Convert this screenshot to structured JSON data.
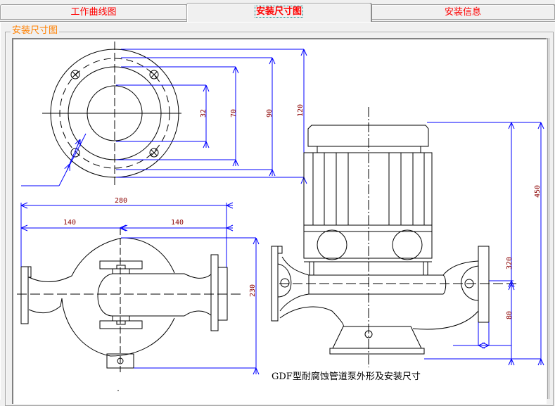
{
  "tabs": [
    {
      "label": "工作曲线图",
      "active": false
    },
    {
      "label": "安装尺寸图",
      "active": true
    },
    {
      "label": "安装信息",
      "active": false
    }
  ],
  "group": {
    "label": "安装尺寸图"
  },
  "drawing": {
    "caption": "GDF型耐腐蚀管道泵外形及安装尺寸",
    "flange_dimensions": {
      "d1": "32",
      "d2": "70",
      "d3": "90",
      "d4": "120"
    },
    "plan_dimensions": {
      "overall_length": "280",
      "left_half": "140",
      "right_half": "140",
      "height": "230"
    },
    "side_dimensions": {
      "total_height": "450",
      "center_height": "320",
      "base_height": "80"
    },
    "colors": {
      "dimension_line": "#0000ff",
      "dimension_text": "#8b0000",
      "drawing_line": "#000000",
      "tab_text": "#ff0000",
      "group_label": "#ff8000"
    }
  }
}
